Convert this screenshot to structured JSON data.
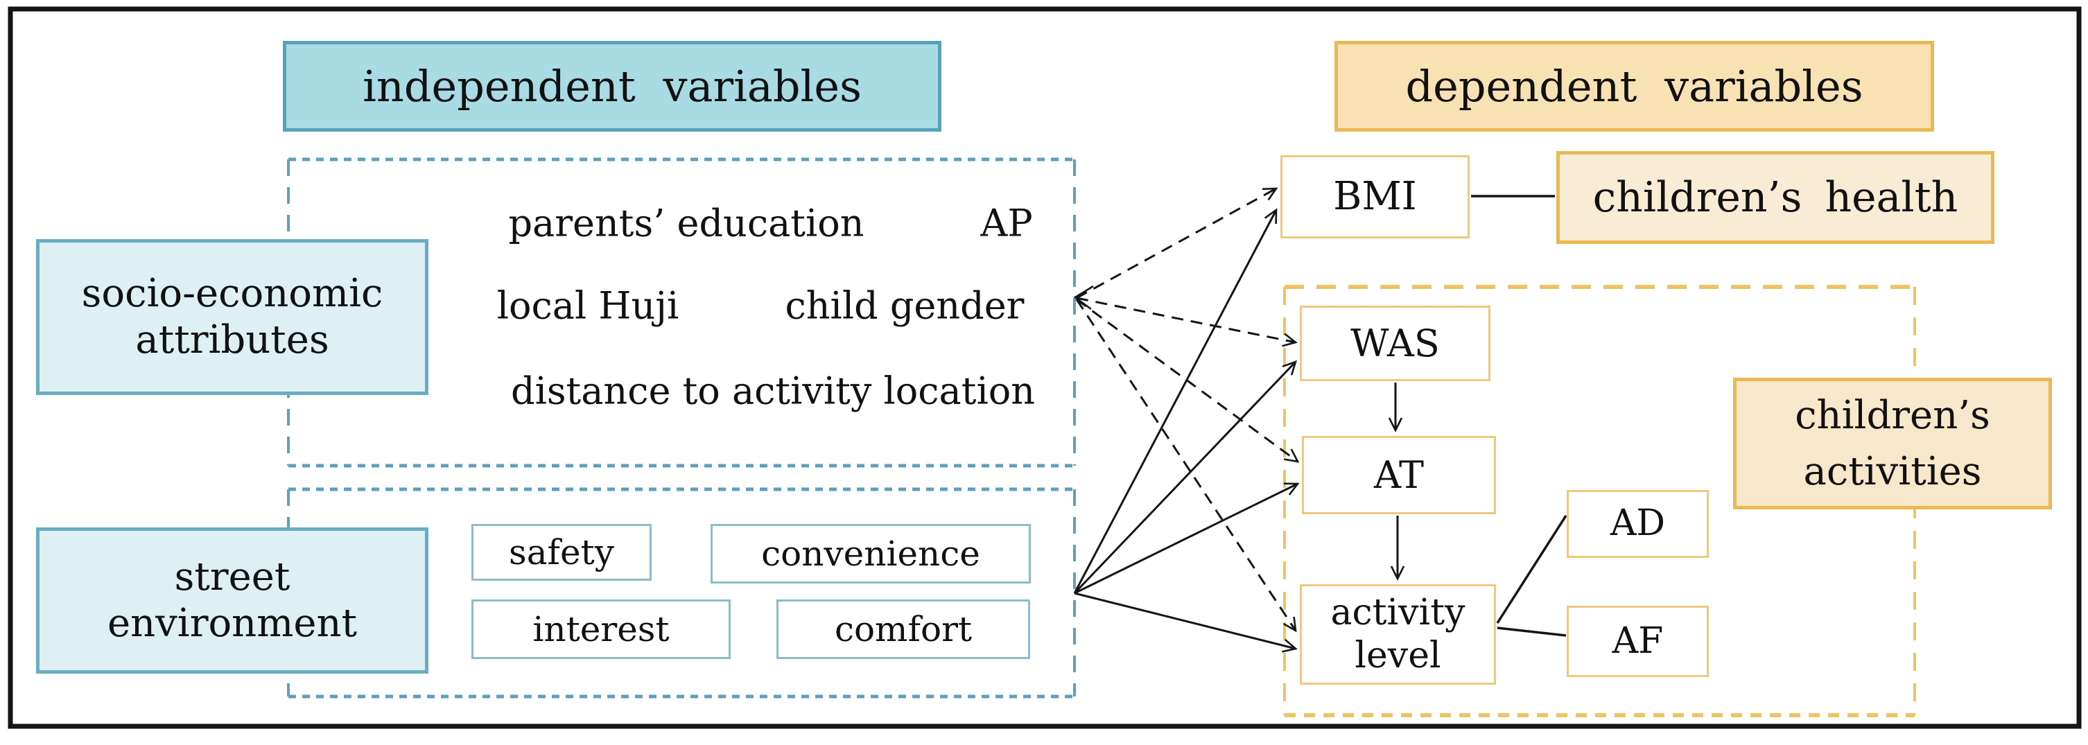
{
  "headers": {
    "independent": "independent variables",
    "dependent": "dependent variables"
  },
  "independent": {
    "socio_economic": {
      "title_line1": "socio-economic",
      "title_line2": "attributes",
      "variables_row1": [
        "parents’ education",
        "AP"
      ],
      "variables_row2": [
        "local Huji",
        "child gender"
      ],
      "variables_row3": [
        "distance to activity location"
      ]
    },
    "street_environment": {
      "title_line1": "street",
      "title_line2": "environment",
      "factors": [
        "safety",
        "convenience",
        "interest",
        "comfort"
      ]
    }
  },
  "dependent": {
    "bmi": "BMI",
    "childrens_health": "children’s health",
    "was": "WAS",
    "at": "AT",
    "activity_level_line1": "activity",
    "activity_level_line2": "level",
    "ad": "AD",
    "af": "AF",
    "childrens_activities_line1": "children’s",
    "childrens_activities_line2": "activities"
  },
  "colors": {
    "teal_header_fill": "#a8dbe3",
    "teal_header_border": "#55a3b8",
    "teal_group_fill": "#dff0f4",
    "teal_group_border": "#68aec0",
    "factor_border": "#8abdcb",
    "orange_header_fill": "#f8e2b4",
    "orange_border": "#e9ba52",
    "cream_fill": "#f9ecd4",
    "cream2_fill": "#f7e8cb",
    "right_box_border": "#efc87c",
    "blue_dash": "#5f9fbd",
    "orange_dash": "#eec463",
    "line": "#151515",
    "text": "#111111"
  }
}
